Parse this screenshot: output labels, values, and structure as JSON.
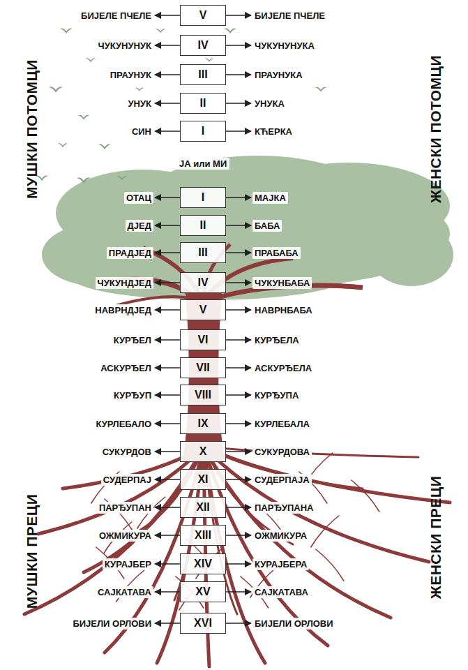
{
  "diagram": {
    "nodes": [
      {
        "text": [
          "БИЈЕЛЕ ПЧЕЛЕ"
        ]
      },
      {
        "text": [
          "V"
        ]
      },
      {
        "text": [
          "БИЈЕЛЕ ПЧЕЛЕ"
        ]
      },
      {
        "text": [
          "ЧУКУНУНУК"
        ]
      },
      {
        "text": [
          "IV"
        ]
      },
      {
        "text": [
          "ЧУКУНУНУКА"
        ]
      },
      {
        "text": [
          "ПРАУНУК"
        ]
      },
      {
        "text": [
          "III"
        ]
      },
      {
        "text": [
          "ПРАУНУКА"
        ]
      },
      {
        "text": [
          "УНУК"
        ]
      },
      {
        "text": [
          "II"
        ]
      },
      {
        "text": [
          "УНУКА"
        ]
      },
      {
        "text": [
          "СИН"
        ]
      },
      {
        "text": [
          "I"
        ]
      },
      {
        "text": [
          "КЋЕРКА"
        ]
      },
      {
        "text": [
          "ОТАЦ"
        ]
      },
      {
        "text": [
          "I"
        ]
      },
      {
        "text": [
          "МАЈКА"
        ]
      },
      {
        "text": [
          "ДЈЕД"
        ]
      },
      {
        "text": [
          "II"
        ]
      },
      {
        "text": [
          "БАБА"
        ]
      },
      {
        "text": [
          "ПРАДЈЕД"
        ]
      },
      {
        "text": [
          "III"
        ]
      },
      {
        "text": [
          "ПРАБАБА"
        ]
      },
      {
        "text": [
          "ЧУКУНДЈЕД"
        ]
      },
      {
        "text": [
          "IV"
        ]
      },
      {
        "text": [
          "ЧУКУНБАБА"
        ]
      },
      {
        "text": [
          "НАВРНДЈЕД"
        ]
      },
      {
        "text": [
          "V"
        ]
      },
      {
        "text": [
          "НАВРНБАБА"
        ]
      },
      {
        "text": [
          "КУРЂЕЛ"
        ]
      },
      {
        "text": [
          "VI"
        ]
      },
      {
        "text": [
          "КУРЂЕЛА"
        ]
      },
      {
        "text": [
          "АСКУРЂЕЛ"
        ]
      },
      {
        "text": [
          "VII"
        ]
      },
      {
        "text": [
          "АСКУРЂЕЛА"
        ]
      },
      {
        "text": [
          "КУРЂУП"
        ]
      },
      {
        "text": [
          "VIII"
        ]
      },
      {
        "text": [
          "КУРЂУПА"
        ]
      },
      {
        "text": [
          "КУРЛЕБАЛО"
        ]
      },
      {
        "text": [
          "IX"
        ]
      },
      {
        "text": [
          "КУРЛЕБАЛА"
        ]
      },
      {
        "text": [
          "СУКУРДОВ"
        ]
      },
      {
        "text": [
          "X"
        ]
      },
      {
        "text": [
          "СУКУРДОВА"
        ]
      },
      {
        "text": [
          "СУДЕРПАЈ"
        ]
      },
      {
        "text": [
          "XI"
        ]
      },
      {
        "text": [
          "СУДЕРПАЈА"
        ]
      },
      {
        "text": [
          "ПАРЂУПАН"
        ]
      },
      {
        "text": [
          "XII"
        ]
      },
      {
        "text": [
          "ПАРЂУПАНА"
        ]
      },
      {
        "text": [
          "ОЖМИКУРА"
        ]
      },
      {
        "text": [
          "XIII"
        ]
      },
      {
        "text": [
          "ОЖМИКУРА"
        ]
      },
      {
        "text": [
          "КУРАЈБЕР"
        ]
      },
      {
        "text": [
          "XIV"
        ]
      },
      {
        "text": [
          "КУРАЈБЕРА"
        ]
      },
      {
        "text": [
          "САЈКАТАВА"
        ]
      },
      {
        "text": [
          "XV"
        ]
      },
      {
        "text": [
          "САЈКАТАВА"
        ]
      },
      {
        "text": [
          "БИЈЕЛИ ОРЛОВИ"
        ]
      },
      {
        "text": [
          "XVI"
        ]
      },
      {
        "text": [
          "БИЈЕЛИ ОРЛОВИ"
        ]
      }
    ],
    "edges": [
      {
        "from": 1,
        "to": 0,
        "arrow": "to"
      },
      {
        "from": 1,
        "to": 2,
        "arrow": "to"
      },
      {
        "from": 4,
        "to": 3,
        "arrow": "to"
      },
      {
        "from": 4,
        "to": 5,
        "arrow": "to"
      },
      {
        "from": 7,
        "to": 6,
        "arrow": "to"
      },
      {
        "from": 7,
        "to": 8,
        "arrow": "to"
      },
      {
        "from": 10,
        "to": 9,
        "arrow": "to"
      },
      {
        "from": 10,
        "to": 11,
        "arrow": "to"
      },
      {
        "from": 13,
        "to": 12,
        "arrow": "to"
      },
      {
        "from": 13,
        "to": 14,
        "arrow": "to"
      },
      {
        "from": 16,
        "to": 15,
        "arrow": "to"
      },
      {
        "from": 16,
        "to": 17,
        "arrow": "to"
      },
      {
        "from": 19,
        "to": 18,
        "arrow": "to"
      },
      {
        "from": 19,
        "to": 20,
        "arrow": "to"
      },
      {
        "from": 22,
        "to": 21,
        "arrow": "to"
      },
      {
        "from": 22,
        "to": 23,
        "arrow": "to"
      },
      {
        "from": 25,
        "to": 24,
        "arrow": "to"
      },
      {
        "from": 25,
        "to": 26,
        "arrow": "to"
      },
      {
        "from": 28,
        "to": 27,
        "arrow": "to"
      },
      {
        "from": 28,
        "to": 29,
        "arrow": "to"
      },
      {
        "from": 31,
        "to": 30,
        "arrow": "to"
      },
      {
        "from": 31,
        "to": 32,
        "arrow": "to"
      },
      {
        "from": 34,
        "to": 33,
        "arrow": "to"
      },
      {
        "from": 34,
        "to": 35,
        "arrow": "to"
      },
      {
        "from": 37,
        "to": 36,
        "arrow": "to"
      },
      {
        "from": 37,
        "to": 38,
        "arrow": "to"
      },
      {
        "from": 40,
        "to": 39,
        "arrow": "to"
      },
      {
        "from": 40,
        "to": 41,
        "arrow": "to"
      },
      {
        "from": 43,
        "to": 42,
        "arrow": "to"
      },
      {
        "from": 43,
        "to": 44,
        "arrow": "to"
      },
      {
        "from": 46,
        "to": 45,
        "arrow": "to"
      },
      {
        "from": 46,
        "to": 47,
        "arrow": "to"
      },
      {
        "from": 49,
        "to": 48,
        "arrow": "to"
      },
      {
        "from": 49,
        "to": 50,
        "arrow": "to"
      },
      {
        "from": 52,
        "to": 51,
        "arrow": "to"
      },
      {
        "from": 52,
        "to": 53,
        "arrow": "to"
      },
      {
        "from": 55,
        "to": 54,
        "arrow": "to"
      },
      {
        "from": 55,
        "to": 56,
        "arrow": "to"
      },
      {
        "from": 58,
        "to": 57,
        "arrow": "to"
      },
      {
        "from": 58,
        "to": 59,
        "arrow": "to"
      },
      {
        "from": 61,
        "to": 60,
        "arrow": "to"
      },
      {
        "from": 61,
        "to": 62,
        "arrow": "to"
      }
    ],
    "labels": [
      "МУШКИ ПОТОМЦИ",
      "ЖЕНСКИ ПОТОМЦИ",
      "ЈА или МИ",
      "МУШКИ ПРЕЦИ",
      "ЖЕНСКИ ПРЕЦИ"
    ]
  }
}
